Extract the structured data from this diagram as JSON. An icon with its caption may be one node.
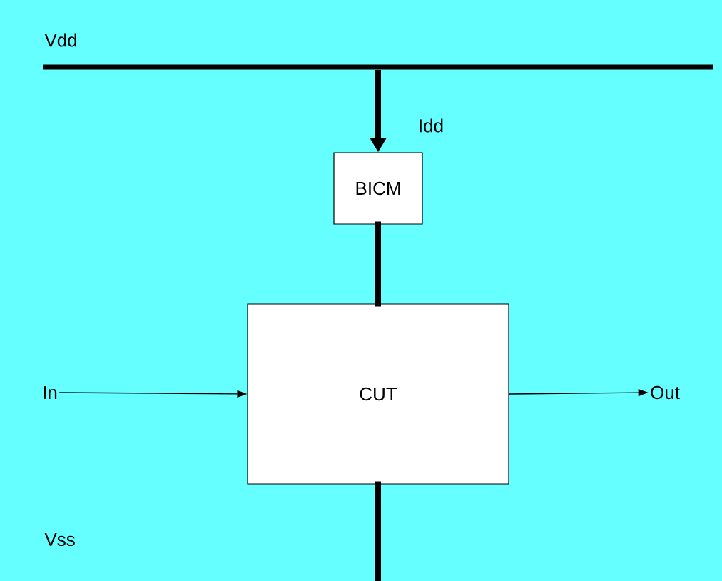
{
  "diagram": {
    "nodes": [
      {
        "text": [],
        "shape": "bar",
        "beside": [
          "Vdd"
        ]
      },
      {
        "text": [
          "BICM"
        ]
      },
      {
        "text": [
          "CUT"
        ]
      },
      {
        "text": [
          "In"
        ]
      },
      {
        "text": [
          "Out"
        ]
      }
    ],
    "edges": [
      {
        "from": 0,
        "to": 1,
        "arrow": "to",
        "label": "Idd"
      },
      {
        "from": 1,
        "to": 2,
        "arrow": "none"
      },
      {
        "from": 3,
        "to": 2,
        "arrow": "to"
      },
      {
        "from": 2,
        "to": 4,
        "arrow": "to"
      },
      {
        "from": 2,
        "to": null,
        "arrow": "none"
      }
    ],
    "labels": [
      "Vss"
    ]
  }
}
